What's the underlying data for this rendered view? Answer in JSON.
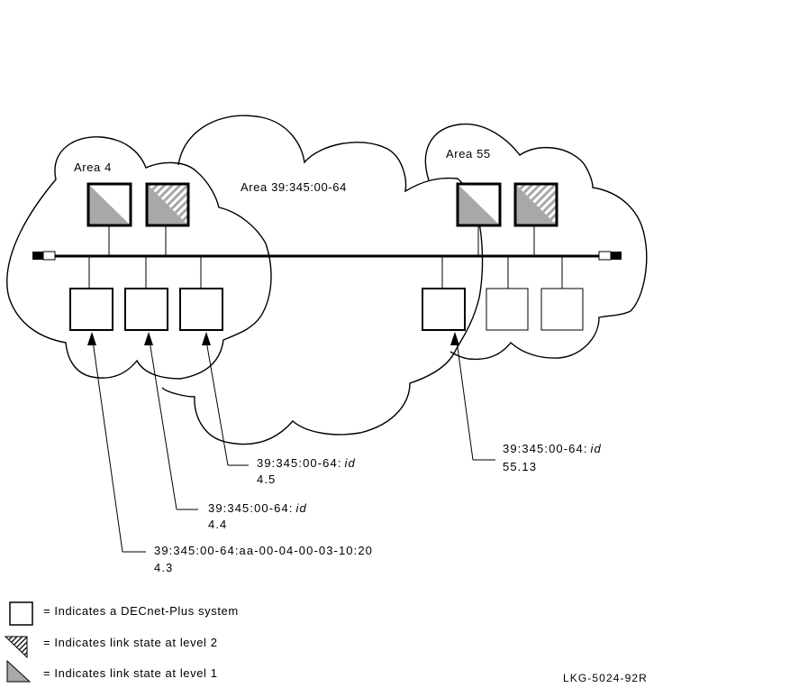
{
  "figure_id": "LKG-5024-92R",
  "colors": {
    "level1_fill": "#a8a8a8",
    "line": "#000000",
    "background": "#ffffff"
  },
  "areas": [
    {
      "id": "area4",
      "label": "Area 4"
    },
    {
      "id": "area39",
      "label": "Area 39:345:00-64"
    },
    {
      "id": "area55",
      "label": "Area 55"
    }
  ],
  "routers": [
    {
      "area": "Area 4",
      "type": "level-1-router"
    },
    {
      "area": "Area 4",
      "type": "level-2-router"
    },
    {
      "area": "Area 55",
      "type": "level-1-router"
    },
    {
      "area": "Area 55",
      "type": "level-2-router"
    }
  ],
  "end_systems": [
    {
      "area": "Area 4",
      "style": "bold"
    },
    {
      "area": "Area 4",
      "style": "bold"
    },
    {
      "area": "Area 4",
      "style": "bold"
    },
    {
      "area": "Area 39:345:00-64",
      "style": "bold"
    },
    {
      "area": "Area 55",
      "style": "light"
    },
    {
      "area": "Area 55",
      "style": "light"
    }
  ],
  "callouts": [
    {
      "line1_prefix": "39:345:00-64:",
      "line1_suffix": "id",
      "line2": "4.5"
    },
    {
      "line1_prefix": "39:345:00-64:",
      "line1_suffix": "id",
      "line2": "4.4"
    },
    {
      "line1_prefix": "39:345:00-64:aa-00-04-00-03-10:20",
      "line1_suffix": "",
      "line2": "4.3"
    },
    {
      "line1_prefix": "39:345:00-64:",
      "line1_suffix": "id",
      "line2": "55.13"
    }
  ],
  "legend": [
    {
      "symbol": "plain-square",
      "text": "= Indicates a DECnet-Plus system"
    },
    {
      "symbol": "hatched-triangle",
      "text": "= Indicates link state at level 2"
    },
    {
      "symbol": "gray-triangle",
      "text": "= Indicates link state at level 1"
    }
  ]
}
